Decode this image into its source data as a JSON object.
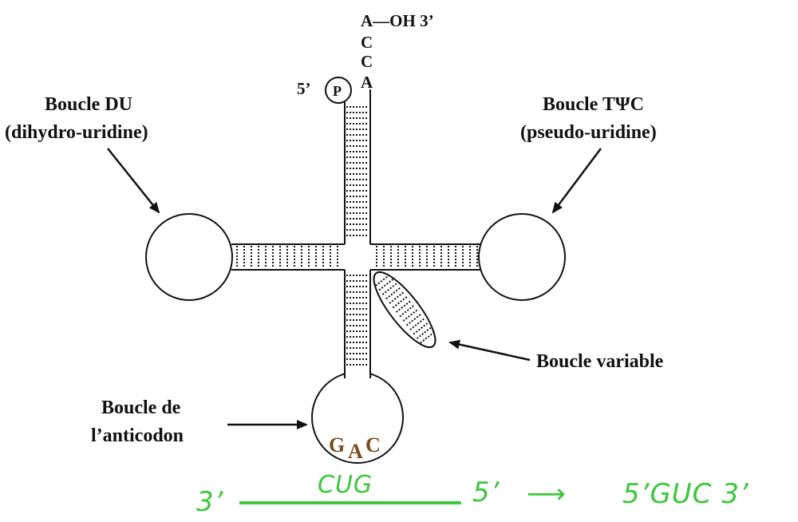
{
  "colors": {
    "line": "#111111",
    "anticodon": "#7a4a1e",
    "annotation": "#3cc73c"
  },
  "trna": {
    "acceptor_end": {
      "oh_label": "A—OH  3’",
      "bases_top_to_bottom": [
        "C",
        "C",
        "A"
      ],
      "five_prime": "5’",
      "phosphate": "P"
    },
    "labels": {
      "du_loop": [
        "Boucle DU",
        "(dihydro-uridine)"
      ],
      "tpsic_loop": [
        "Boucle TΨC",
        "(pseudo-uridine)"
      ],
      "variable_loop": "Boucle variable",
      "anticodon_loop": [
        "Boucle de",
        "l’anticodon"
      ]
    },
    "anticodon": [
      "G",
      "A",
      "C"
    ]
  },
  "annotation": {
    "left_three_prime": "3’",
    "codon": "CUG",
    "left_five_prime": "5’",
    "arrow": "⟶",
    "result": "5’GUC 3’"
  }
}
